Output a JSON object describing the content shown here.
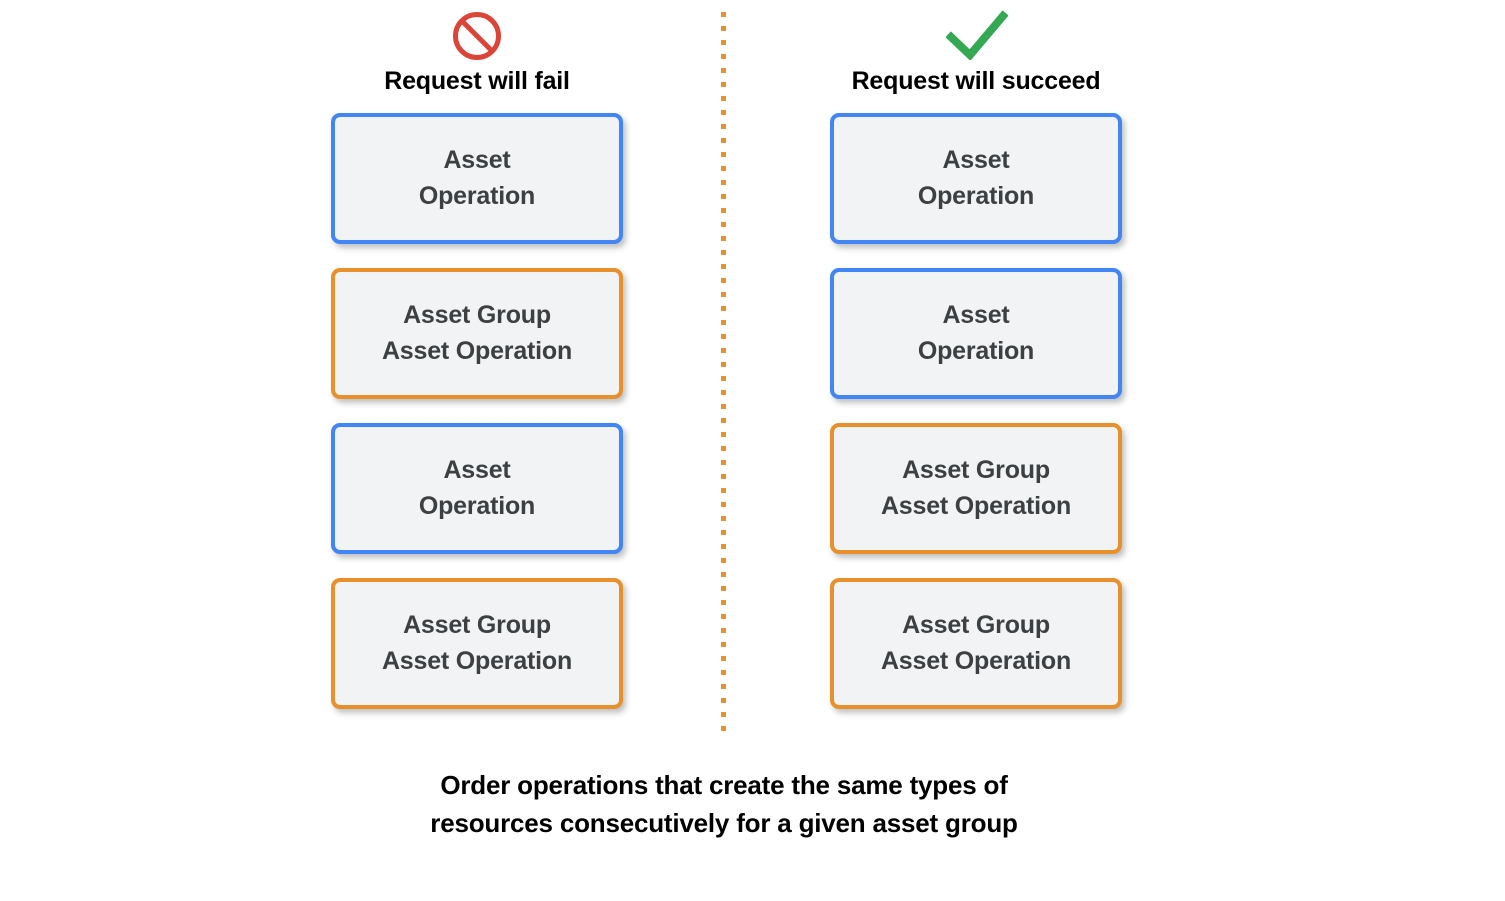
{
  "diagram": {
    "columns": [
      {
        "id": "fail",
        "status_icon": "prohibition-icon",
        "title": "Request will fail",
        "icon_color": "#db4437",
        "boxes": [
          {
            "label": "Asset\nOperation",
            "type": "asset-operation",
            "color": "#4285f4"
          },
          {
            "label": "Asset Group\nAsset Operation",
            "type": "asset-group-asset-operation",
            "color": "#e8902b"
          },
          {
            "label": "Asset\nOperation",
            "type": "asset-operation",
            "color": "#4285f4"
          },
          {
            "label": "Asset Group\nAsset Operation",
            "type": "asset-group-asset-operation",
            "color": "#e8902b"
          }
        ]
      },
      {
        "id": "succeed",
        "status_icon": "check-icon",
        "title": "Request will succeed",
        "icon_color": "#34a853",
        "boxes": [
          {
            "label": "Asset\nOperation",
            "type": "asset-operation",
            "color": "#4285f4"
          },
          {
            "label": "Asset\nOperation",
            "type": "asset-operation",
            "color": "#4285f4"
          },
          {
            "label": "Asset Group\nAsset Operation",
            "type": "asset-group-asset-operation",
            "color": "#e8902b"
          },
          {
            "label": "Asset Group\nAsset Operation",
            "type": "asset-group-asset-operation",
            "color": "#e8902b"
          }
        ]
      }
    ],
    "divider": {
      "style": "dotted",
      "color": "#e8902b",
      "orientation": "vertical"
    },
    "caption": {
      "line1": "Order operations that create the same types of",
      "line2": "resources consecutively for a given asset group"
    },
    "colors": {
      "box_fill": "#f1f3f4",
      "box_text": "#3c4043",
      "blue_border": "#4285f4",
      "orange_border": "#e8902b",
      "background": "#ffffff"
    }
  }
}
